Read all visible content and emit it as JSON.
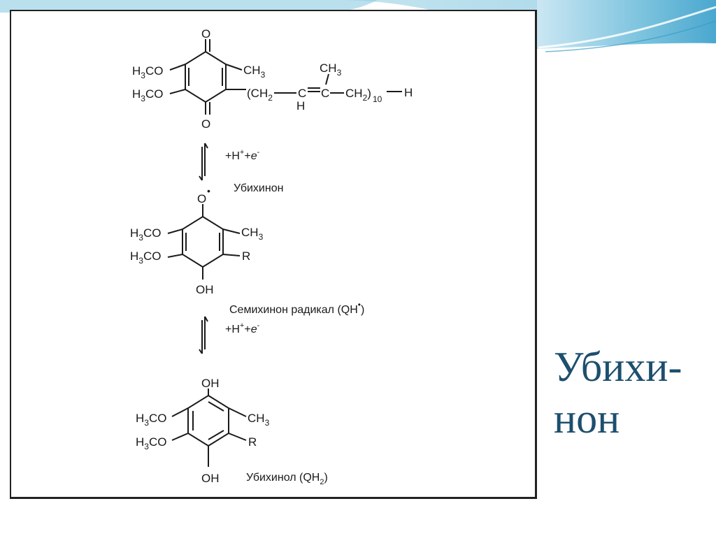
{
  "slide": {
    "title_lines": [
      "Убихи-",
      "нон"
    ],
    "accent_color": "#5fb2d4",
    "title_color": "#1d4f6e"
  },
  "diagram": {
    "ubiquinone": {
      "methoxy_top": [
        "H",
        "3",
        "CO"
      ],
      "methoxy_bottom": [
        "H",
        "3",
        "CO"
      ],
      "methyl": [
        "CH",
        "3"
      ],
      "oxygen_top": "O",
      "oxygen_bottom": "O",
      "chain_open": "(CH",
      "chain_sub": "2",
      "chain_ch": "C",
      "chain_c": "C",
      "chain_ch2": "CH",
      "chain_close": ")",
      "repeat": "10",
      "end_h": "H",
      "chain_h": "H",
      "chain_methyl": [
        "CH",
        "3"
      ]
    },
    "step1": {
      "reagent": [
        "+H",
        "+",
        "+",
        "e",
        "-"
      ],
      "name": "Убихинон"
    },
    "semiquinone": {
      "oxygen_radical": "O",
      "radical_dot": "•",
      "methoxy_top": [
        "H",
        "3",
        "CO"
      ],
      "methoxy_bottom": [
        "H",
        "3",
        "CO"
      ],
      "methyl": [
        "CH",
        "3"
      ],
      "r_group": "R",
      "hydroxyl": "OH"
    },
    "step2": {
      "name": "Семихинон радикал (QH",
      "name_dot": "•",
      "name_close": ")",
      "reagent": [
        "+H",
        "+",
        "+",
        "e",
        "-"
      ]
    },
    "ubiquinol": {
      "hydroxyl_top": "OH",
      "methoxy_top": [
        "H",
        "3",
        "CO"
      ],
      "methoxy_bottom": [
        "H",
        "3",
        "CO"
      ],
      "methyl": [
        "CH",
        "3"
      ],
      "r_group": "R",
      "hydroxyl_bottom": "OH",
      "name": "Убихинол (QH",
      "name_sub": "2",
      "name_close": ")"
    }
  }
}
